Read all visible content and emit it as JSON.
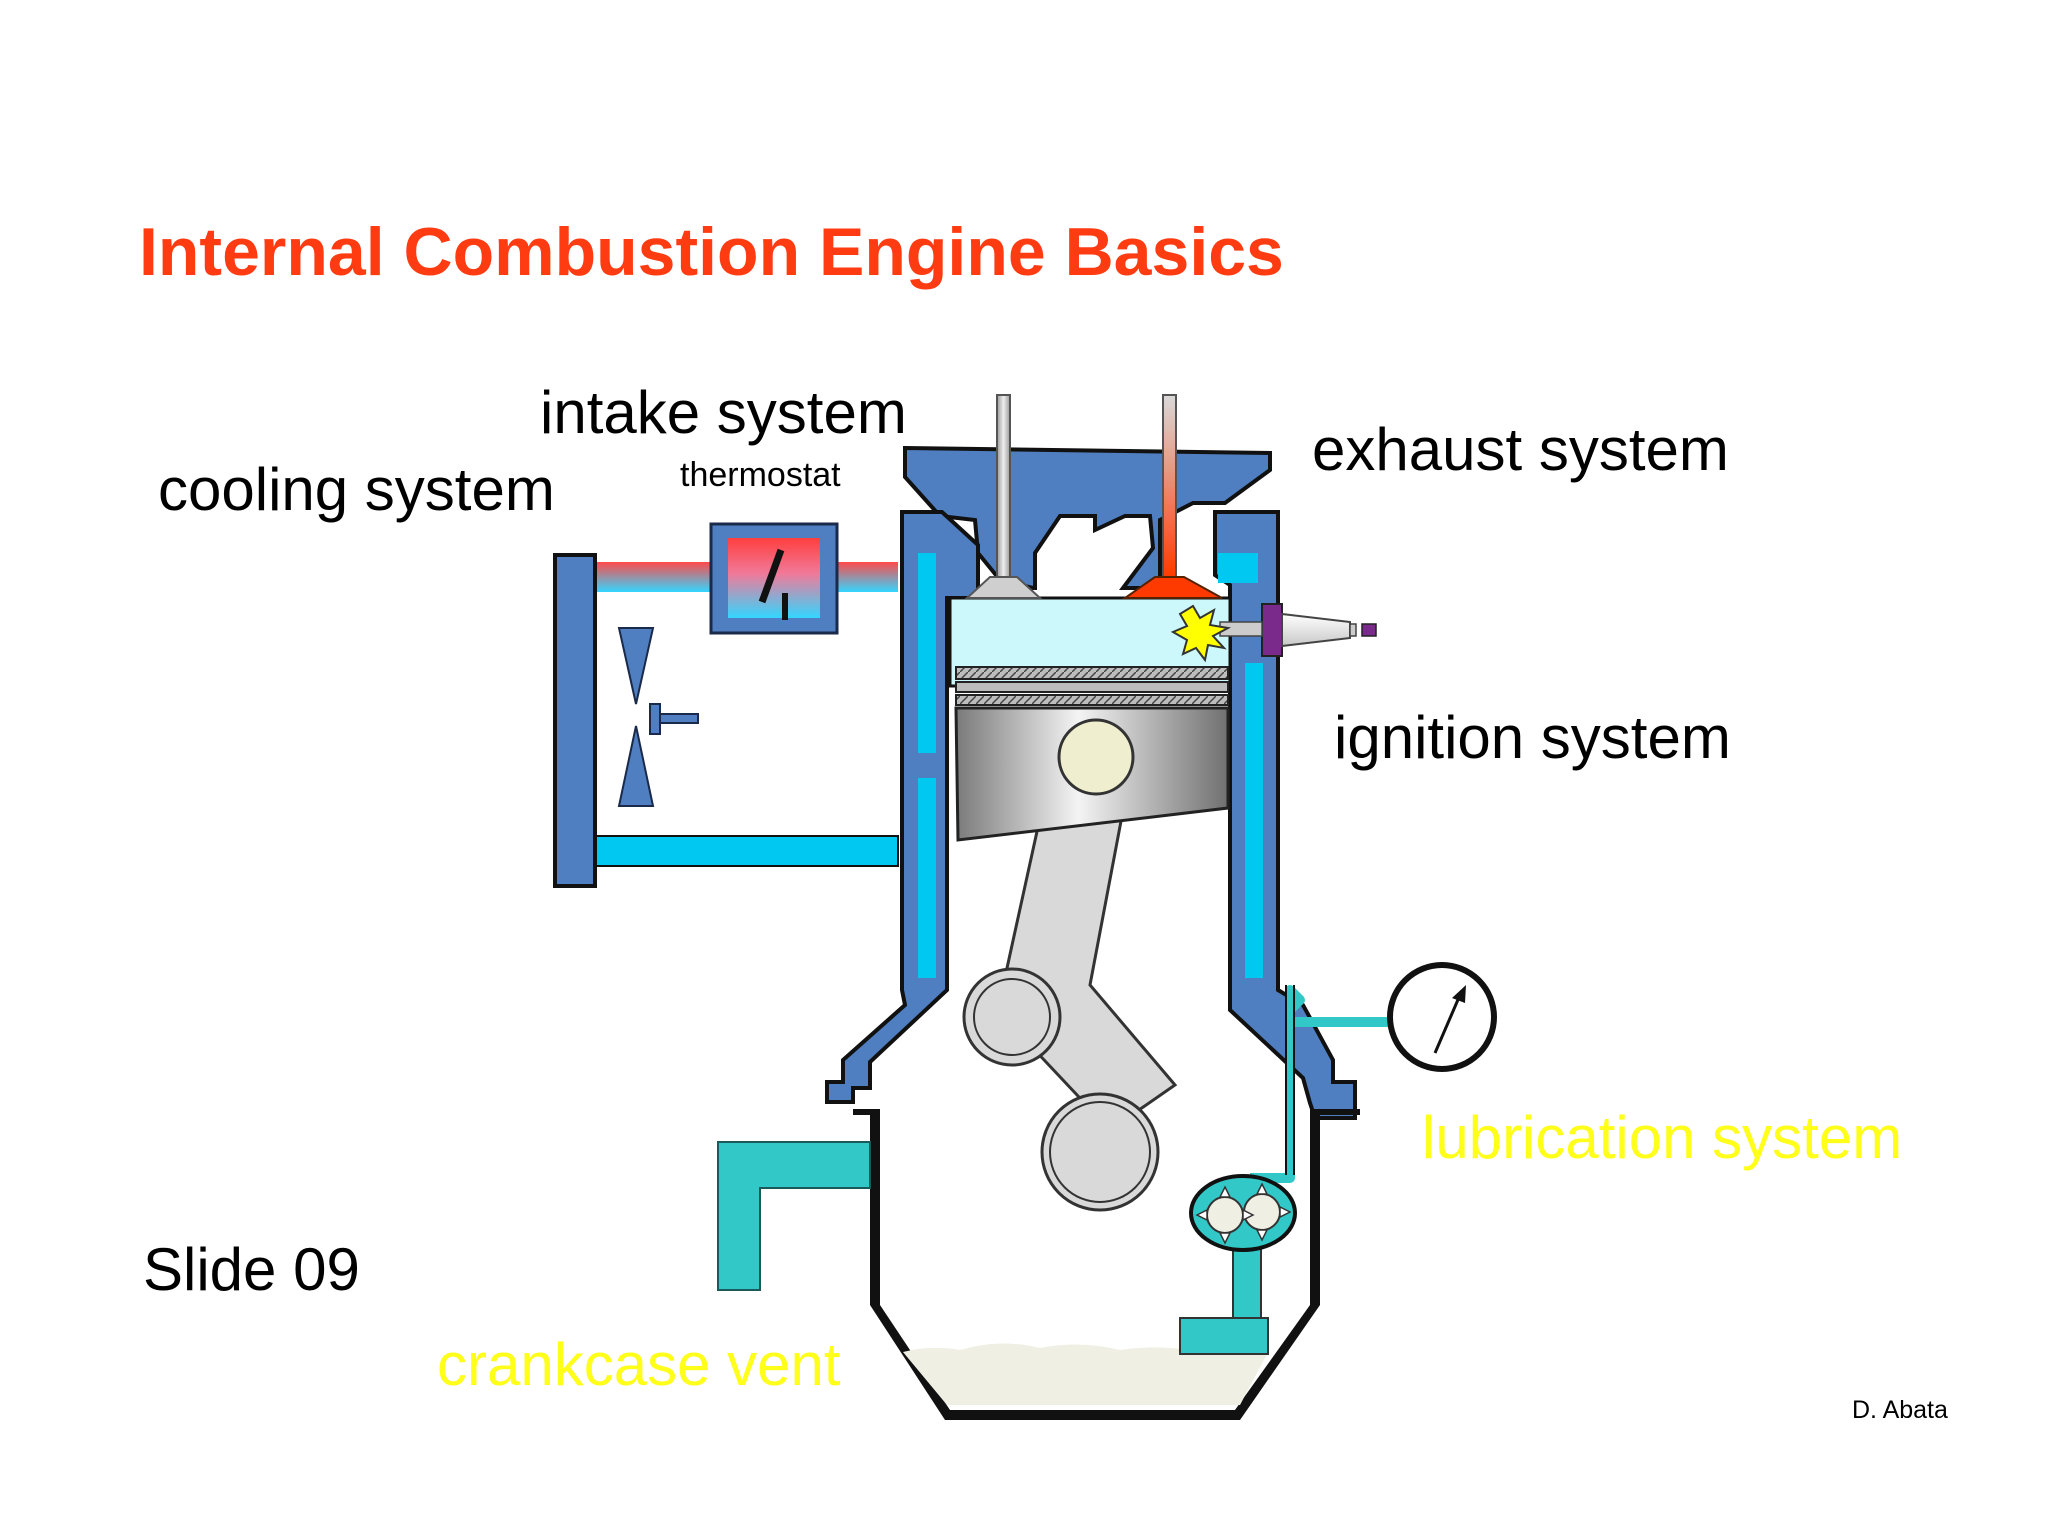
{
  "slide": {
    "title": "Internal Combustion Engine Basics",
    "slide_number": "Slide 09",
    "author": "D. Abata"
  },
  "labels": {
    "intake": "intake system",
    "thermostat": "thermostat",
    "cooling": "cooling system",
    "exhaust": "exhaust system",
    "ignition": "ignition system",
    "lubrication": "lubrication system",
    "crankcase_vent": "crankcase vent"
  },
  "colors": {
    "title": "#ff3b12",
    "highlight_label": "#ffff1a",
    "engine_block": "#4f7fc0",
    "coolant": "#00c8f0",
    "oil_line": "#33c8c8",
    "exhaust_valve": "#ff3a00",
    "combustion_chamber": "#ccf8fb",
    "spark": "#ffff00",
    "oil_sump": "#efefe4"
  },
  "icons": {
    "fan": "radiator-fan-icon",
    "gauge": "oil-pressure-gauge-icon",
    "pump": "oil-pump-icon",
    "spark": "spark-icon"
  }
}
